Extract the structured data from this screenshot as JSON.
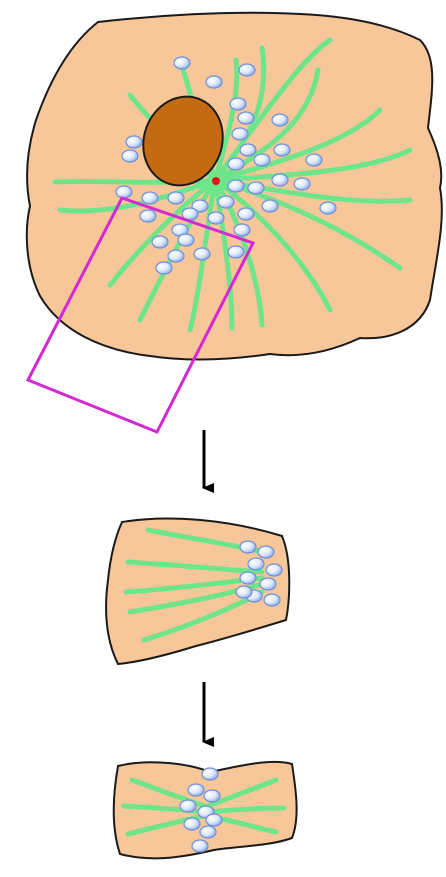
{
  "colors": {
    "cytoplasm": "#F7C79A",
    "outline": "#1a1a1a",
    "nucleus": "#C46A12",
    "microtubule": "#6EE58A",
    "vesicle_fill": "#DCE9FF",
    "vesicle_edge": "#6F8FD8",
    "centrosome": "#E8101A",
    "selection_box": "#D428D4",
    "arrow": "#000000"
  },
  "panels": [
    {
      "id": "whole-cell",
      "shows_nucleus": true,
      "shows_centrosome": true,
      "shows_selection_box": true
    },
    {
      "id": "cell-fragment",
      "shows_nucleus": false,
      "shows_centrosome": false,
      "shows_selection_box": false
    },
    {
      "id": "fragment-reorganized",
      "shows_nucleus": false,
      "shows_centrosome": false,
      "shows_selection_box": false
    }
  ],
  "arrows": [
    {
      "id": "arrow-1",
      "direction": "down"
    },
    {
      "id": "arrow-2",
      "direction": "down"
    }
  ],
  "icons": [
    "cell-body",
    "nucleus",
    "centrosome",
    "microtubule",
    "pigment-granule",
    "cut-region-box",
    "down-arrow"
  ]
}
